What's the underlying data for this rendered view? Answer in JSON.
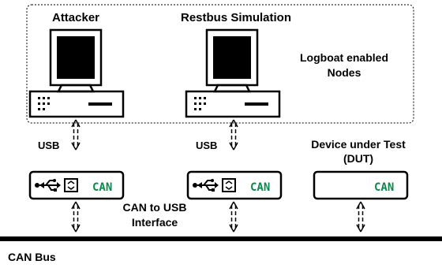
{
  "labels": {
    "attacker": "Attacker",
    "restbus": "Restbus Simulation",
    "logboat_line1": "Logboat enabled",
    "logboat_line2": "Nodes",
    "usb_left": "USB",
    "usb_mid": "USB",
    "dut_line1": "Device under Test",
    "dut_line2": "(DUT)",
    "interface_line1": "CAN to USB",
    "interface_line2": "Interface",
    "can_bus": "CAN Bus"
  },
  "adapters": {
    "left_can": "CAN",
    "mid_can": "CAN",
    "dut_can": "CAN"
  },
  "colors": {
    "can_green": "#0a8a4a",
    "line": "#000000"
  }
}
